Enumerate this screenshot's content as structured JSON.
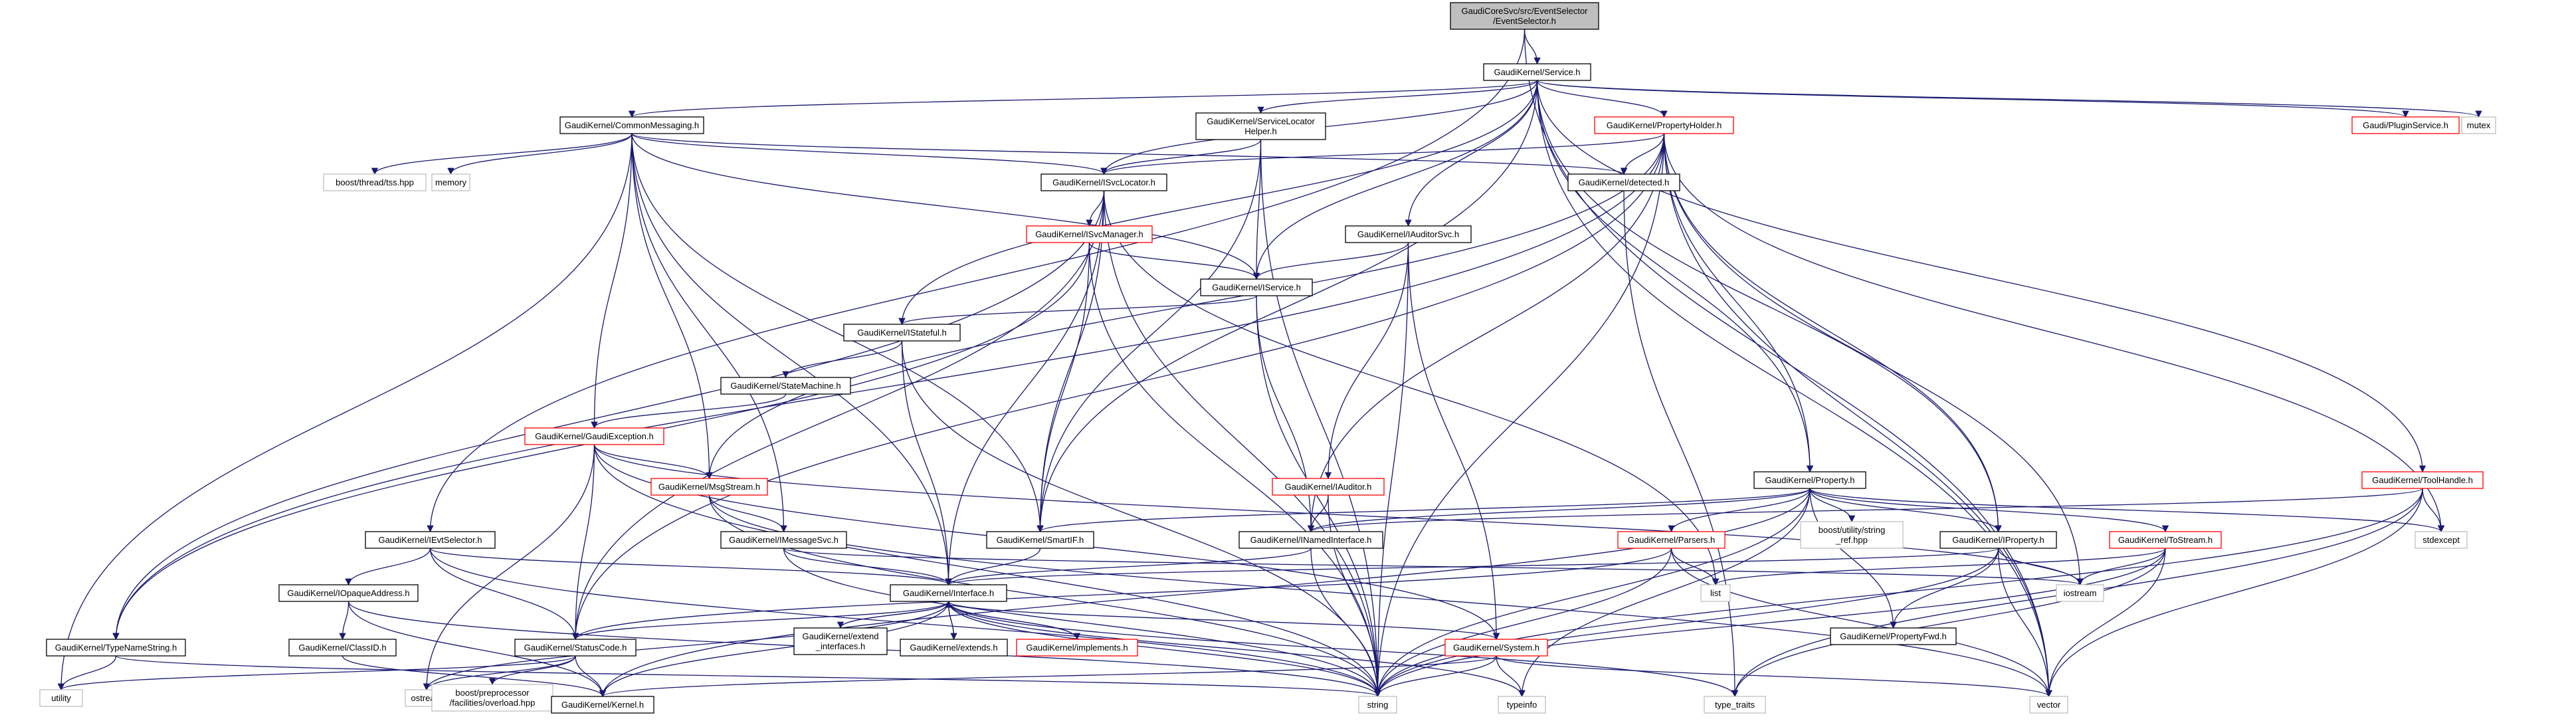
{
  "colors": {
    "edge": "#191970",
    "root_fill": "#bfbfbf",
    "node_fill": "#ffffff",
    "node_border": "#000000",
    "red_border": "#ff0000",
    "ext_border": "#bfbfbf",
    "text": "#000000"
  },
  "diagram": {
    "nodes": [
      {
        "id": "root",
        "lines": [
          "GaudiCoreSvc/src/EventSelector",
          "/EventSelector.h"
        ],
        "kind": "root"
      },
      {
        "id": "service",
        "lines": [
          "GaudiKernel/Service.h"
        ],
        "kind": "normal"
      },
      {
        "id": "commonmsg",
        "lines": [
          "GaudiKernel/CommonMessaging.h"
        ],
        "kind": "normal"
      },
      {
        "id": "svclochelper",
        "lines": [
          "GaudiKernel/ServiceLocator",
          "Helper.h"
        ],
        "kind": "normal"
      },
      {
        "id": "propholder",
        "lines": [
          "GaudiKernel/PropertyHolder.h"
        ],
        "kind": "red"
      },
      {
        "id": "pluginsvc",
        "lines": [
          "Gaudi/PluginService.h"
        ],
        "kind": "red"
      },
      {
        "id": "mutex",
        "lines": [
          "mutex"
        ],
        "kind": "ext"
      },
      {
        "id": "tls",
        "lines": [
          "boost/thread/tss.hpp"
        ],
        "kind": "ext"
      },
      {
        "id": "memory",
        "lines": [
          "memory"
        ],
        "kind": "ext"
      },
      {
        "id": "isvclocator",
        "lines": [
          "GaudiKernel/ISvcLocator.h"
        ],
        "kind": "normal"
      },
      {
        "id": "detected",
        "lines": [
          "GaudiKernel/detected.h"
        ],
        "kind": "normal"
      },
      {
        "id": "isvcmanager",
        "lines": [
          "GaudiKernel/ISvcManager.h"
        ],
        "kind": "red"
      },
      {
        "id": "iauditorsvc",
        "lines": [
          "GaudiKernel/IAuditorSvc.h"
        ],
        "kind": "normal"
      },
      {
        "id": "iservice",
        "lines": [
          "GaudiKernel/IService.h"
        ],
        "kind": "normal"
      },
      {
        "id": "istateful",
        "lines": [
          "GaudiKernel/IStateful.h"
        ],
        "kind": "normal"
      },
      {
        "id": "statemachine",
        "lines": [
          "GaudiKernel/StateMachine.h"
        ],
        "kind": "normal"
      },
      {
        "id": "gaudiexc",
        "lines": [
          "GaudiKernel/GaudiException.h"
        ],
        "kind": "red"
      },
      {
        "id": "msgstream",
        "lines": [
          "GaudiKernel/MsgStream.h"
        ],
        "kind": "red"
      },
      {
        "id": "iauditor",
        "lines": [
          "GaudiKernel/IAuditor.h"
        ],
        "kind": "red"
      },
      {
        "id": "property",
        "lines": [
          "GaudiKernel/Property.h"
        ],
        "kind": "normal"
      },
      {
        "id": "toolhandle",
        "lines": [
          "GaudiKernel/ToolHandle.h"
        ],
        "kind": "red"
      },
      {
        "id": "ievtselector",
        "lines": [
          "GaudiKernel/IEvtSelector.h"
        ],
        "kind": "normal"
      },
      {
        "id": "imessagesvc",
        "lines": [
          "GaudiKernel/IMessageSvc.h"
        ],
        "kind": "normal"
      },
      {
        "id": "smartif",
        "lines": [
          "GaudiKernel/SmartIF.h"
        ],
        "kind": "normal"
      },
      {
        "id": "inamedif",
        "lines": [
          "GaudiKernel/INamedInterface.h"
        ],
        "kind": "normal"
      },
      {
        "id": "boostref",
        "lines": [
          "boost/utility/string",
          "_ref.hpp"
        ],
        "kind": "ext"
      },
      {
        "id": "iproperty",
        "lines": [
          "GaudiKernel/IProperty.h"
        ],
        "kind": "normal"
      },
      {
        "id": "tostream",
        "lines": [
          "GaudiKernel/ToStream.h"
        ],
        "kind": "red"
      },
      {
        "id": "stdexcept",
        "lines": [
          "stdexcept"
        ],
        "kind": "ext"
      },
      {
        "id": "parsers",
        "lines": [
          "GaudiKernel/Parsers.h"
        ],
        "kind": "red"
      },
      {
        "id": "iopaque",
        "lines": [
          "GaudiKernel/IOpaqueAddress.h"
        ],
        "kind": "normal"
      },
      {
        "id": "interface",
        "lines": [
          "GaudiKernel/Interface.h"
        ],
        "kind": "normal"
      },
      {
        "id": "list",
        "lines": [
          "list"
        ],
        "kind": "ext"
      },
      {
        "id": "iostream",
        "lines": [
          "iostream"
        ],
        "kind": "ext"
      },
      {
        "id": "propertyfwd",
        "lines": [
          "GaudiKernel/PropertyFwd.h"
        ],
        "kind": "normal"
      },
      {
        "id": "typenamestr",
        "lines": [
          "GaudiKernel/TypeNameString.h"
        ],
        "kind": "normal"
      },
      {
        "id": "classid",
        "lines": [
          "GaudiKernel/ClassID.h"
        ],
        "kind": "normal"
      },
      {
        "id": "statuscode",
        "lines": [
          "GaudiKernel/StatusCode.h"
        ],
        "kind": "normal"
      },
      {
        "id": "extendif",
        "lines": [
          "GaudiKernel/extend",
          "_interfaces.h"
        ],
        "kind": "normal"
      },
      {
        "id": "extends",
        "lines": [
          "GaudiKernel/extends.h"
        ],
        "kind": "normal"
      },
      {
        "id": "implements",
        "lines": [
          "GaudiKernel/implements.h"
        ],
        "kind": "red"
      },
      {
        "id": "system",
        "lines": [
          "GaudiKernel/System.h"
        ],
        "kind": "red"
      },
      {
        "id": "utility",
        "lines": [
          "utility"
        ],
        "kind": "ext"
      },
      {
        "id": "ostream",
        "lines": [
          "ostream"
        ],
        "kind": "ext"
      },
      {
        "id": "boostoverload",
        "lines": [
          "boost/preprocessor",
          "/facilities/overload.hpp"
        ],
        "kind": "ext"
      },
      {
        "id": "kernel",
        "lines": [
          "GaudiKernel/Kernel.h"
        ],
        "kind": "normal"
      },
      {
        "id": "string",
        "lines": [
          "string"
        ],
        "kind": "ext"
      },
      {
        "id": "typeinfo",
        "lines": [
          "typeinfo"
        ],
        "kind": "ext"
      },
      {
        "id": "typetraits",
        "lines": [
          "type_traits"
        ],
        "kind": "ext"
      },
      {
        "id": "vector",
        "lines": [
          "vector"
        ],
        "kind": "ext"
      }
    ],
    "edges": [
      [
        "root",
        "service"
      ],
      [
        "root",
        "ievtselector"
      ],
      [
        "root",
        "vector"
      ],
      [
        "service",
        "commonmsg"
      ],
      [
        "service",
        "svclochelper"
      ],
      [
        "service",
        "propholder"
      ],
      [
        "service",
        "pluginsvc"
      ],
      [
        "service",
        "mutex"
      ],
      [
        "service",
        "isvclocator"
      ],
      [
        "service",
        "iauditorsvc"
      ],
      [
        "service",
        "iservice"
      ],
      [
        "service",
        "istateful"
      ],
      [
        "service",
        "property"
      ],
      [
        "service",
        "toolhandle"
      ],
      [
        "service",
        "iproperty"
      ],
      [
        "service",
        "smartif"
      ],
      [
        "service",
        "vector"
      ],
      [
        "commonmsg",
        "tls"
      ],
      [
        "commonmsg",
        "memory"
      ],
      [
        "commonmsg",
        "utility"
      ],
      [
        "commonmsg",
        "isvclocator"
      ],
      [
        "commonmsg",
        "detected"
      ],
      [
        "commonmsg",
        "iservice"
      ],
      [
        "commonmsg",
        "gaudiexc"
      ],
      [
        "commonmsg",
        "msgstream"
      ],
      [
        "commonmsg",
        "imessagesvc"
      ],
      [
        "commonmsg",
        "smartif"
      ],
      [
        "commonmsg",
        "interface"
      ],
      [
        "svclochelper",
        "isvclocator"
      ],
      [
        "svclochelper",
        "iservice"
      ],
      [
        "svclochelper",
        "smartif"
      ],
      [
        "svclochelper",
        "string"
      ],
      [
        "propholder",
        "isvclocator"
      ],
      [
        "propholder",
        "detected"
      ],
      [
        "propholder",
        "property"
      ],
      [
        "propholder",
        "iproperty"
      ],
      [
        "propholder",
        "inamedif"
      ],
      [
        "propholder",
        "stdexcept"
      ],
      [
        "propholder",
        "iostream"
      ],
      [
        "propholder",
        "vector"
      ],
      [
        "propholder",
        "string"
      ],
      [
        "propholder",
        "msgstream"
      ],
      [
        "propholder",
        "typenamestr"
      ],
      [
        "propholder",
        "statuscode"
      ],
      [
        "isvclocator",
        "isvcmanager"
      ],
      [
        "isvclocator",
        "smartif"
      ],
      [
        "isvclocator",
        "interface"
      ],
      [
        "isvclocator",
        "string"
      ],
      [
        "isvclocator",
        "list"
      ],
      [
        "isvclocator",
        "typenamestr"
      ],
      [
        "isvclocator",
        "statuscode"
      ],
      [
        "detected",
        "typetraits"
      ],
      [
        "isvcmanager",
        "iservice"
      ],
      [
        "isvcmanager",
        "smartif"
      ],
      [
        "isvcmanager",
        "string"
      ],
      [
        "isvcmanager",
        "typenamestr"
      ],
      [
        "iauditorsvc",
        "iservice"
      ],
      [
        "iauditorsvc",
        "iauditor"
      ],
      [
        "iauditorsvc",
        "system"
      ],
      [
        "iauditorsvc",
        "string"
      ],
      [
        "iservice",
        "istateful"
      ],
      [
        "iservice",
        "inamedif"
      ],
      [
        "iservice",
        "string"
      ],
      [
        "istateful",
        "statemachine"
      ],
      [
        "istateful",
        "interface"
      ],
      [
        "istateful",
        "string"
      ],
      [
        "statemachine",
        "gaudiexc"
      ],
      [
        "gaudiexc",
        "msgstream"
      ],
      [
        "gaudiexc",
        "system"
      ],
      [
        "gaudiexc",
        "statuscode"
      ],
      [
        "gaudiexc",
        "string"
      ],
      [
        "gaudiexc",
        "iostream"
      ],
      [
        "gaudiexc",
        "ostream"
      ],
      [
        "msgstream",
        "imessagesvc"
      ],
      [
        "msgstream",
        "string"
      ],
      [
        "msgstream",
        "vector"
      ],
      [
        "iauditor",
        "inamedif"
      ],
      [
        "iauditor",
        "string"
      ],
      [
        "property",
        "smartif"
      ],
      [
        "property",
        "inamedif"
      ],
      [
        "property",
        "boostref"
      ],
      [
        "property",
        "iproperty"
      ],
      [
        "property",
        "tostream"
      ],
      [
        "property",
        "parsers"
      ],
      [
        "property",
        "propertyfwd"
      ],
      [
        "property",
        "stdexcept"
      ],
      [
        "property",
        "string"
      ],
      [
        "property",
        "typeinfo"
      ],
      [
        "property",
        "kernel"
      ],
      [
        "toolhandle",
        "inamedif"
      ],
      [
        "toolhandle",
        "stdexcept"
      ],
      [
        "toolhandle",
        "vector"
      ],
      [
        "toolhandle",
        "string"
      ],
      [
        "toolhandle",
        "typetraits"
      ],
      [
        "ievtselector",
        "iopaque"
      ],
      [
        "ievtselector",
        "interface"
      ],
      [
        "ievtselector",
        "statuscode"
      ],
      [
        "ievtselector",
        "string"
      ],
      [
        "imessagesvc",
        "interface"
      ],
      [
        "imessagesvc",
        "string"
      ],
      [
        "imessagesvc",
        "iostream"
      ],
      [
        "smartif",
        "interface"
      ],
      [
        "inamedif",
        "interface"
      ],
      [
        "inamedif",
        "string"
      ],
      [
        "iproperty",
        "interface"
      ],
      [
        "iproperty",
        "propertyfwd"
      ],
      [
        "iproperty",
        "iostream"
      ],
      [
        "iproperty",
        "string"
      ],
      [
        "iproperty",
        "vector"
      ],
      [
        "tostream",
        "list"
      ],
      [
        "tostream",
        "iostream"
      ],
      [
        "tostream",
        "string"
      ],
      [
        "tostream",
        "vector"
      ],
      [
        "tostream",
        "typetraits"
      ],
      [
        "parsers",
        "list"
      ],
      [
        "parsers",
        "string"
      ],
      [
        "parsers",
        "vector"
      ],
      [
        "parsers",
        "statuscode"
      ],
      [
        "iopaque",
        "classid"
      ],
      [
        "iopaque",
        "string"
      ],
      [
        "iopaque",
        "kernel"
      ],
      [
        "interface",
        "statuscode"
      ],
      [
        "interface",
        "extendif"
      ],
      [
        "interface",
        "extends"
      ],
      [
        "interface",
        "implements"
      ],
      [
        "interface",
        "system"
      ],
      [
        "interface",
        "kernel"
      ],
      [
        "interface",
        "ostream"
      ],
      [
        "interface",
        "string"
      ],
      [
        "interface",
        "typeinfo"
      ],
      [
        "interface",
        "typetraits"
      ],
      [
        "typenamestr",
        "utility"
      ],
      [
        "typenamestr",
        "string"
      ],
      [
        "classid",
        "kernel"
      ],
      [
        "statuscode",
        "boostoverload"
      ],
      [
        "statuscode",
        "kernel"
      ],
      [
        "statuscode",
        "utility"
      ],
      [
        "statuscode",
        "ostream"
      ],
      [
        "extendif",
        "interface"
      ],
      [
        "extends",
        "interface"
      ],
      [
        "implements",
        "interface"
      ],
      [
        "system",
        "kernel"
      ],
      [
        "system",
        "string"
      ],
      [
        "system",
        "typeinfo"
      ],
      [
        "system",
        "vector"
      ]
    ]
  }
}
